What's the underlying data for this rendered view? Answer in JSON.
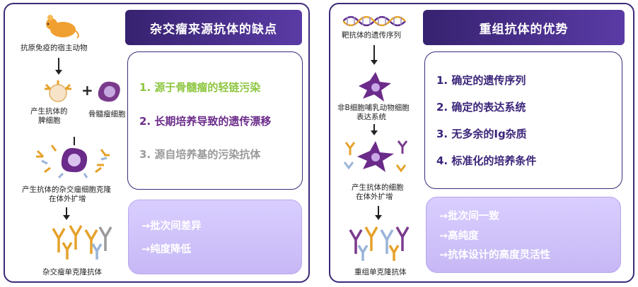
{
  "left": {
    "title": "杂交瘤来源抗体的缺点",
    "items": [
      {
        "text": "1. 源于骨髓瘤的轻链污染",
        "color": "#8dc63f"
      },
      {
        "text": "2. 长期培养导致的遗传漂移",
        "color": "#6b2b8a"
      },
      {
        "text": "3. 源自培养基的污染抗体",
        "color": "#9a9a9a"
      }
    ],
    "benefits": [
      "→批次间差异",
      "→纯度降低"
    ],
    "captions": {
      "host": "抗原免疫的宿主动物",
      "spleen_line1": "产生抗体的",
      "spleen_line2": "脾细胞",
      "myeloma": "骨髓瘤细胞",
      "plus": "+",
      "hybridoma_line1": "产生抗体的杂交瘤细胞克隆",
      "hybridoma_line2": "在体外扩增",
      "mab": "杂交瘤单克隆抗体"
    }
  },
  "right": {
    "title": "重组抗体的优势",
    "items": [
      {
        "text": "1. 确定的遗传序列",
        "color": "#3a2479"
      },
      {
        "text": "2. 确定的表达系统",
        "color": "#3a2479"
      },
      {
        "text": "3. 无多余的Ig杂质",
        "color": "#3a2479"
      },
      {
        "text": "4. 标准化的培养条件",
        "color": "#3a2479"
      }
    ],
    "benefits": [
      "→批次间一致",
      "→高纯度",
      "→抗体设计的高度灵活性"
    ],
    "captions": {
      "gene": "靶抗体的遗传序列",
      "expr_line1": "非B细胞哺乳动物细胞",
      "expr_line2": "表达系统",
      "cell_line1": "产生抗体的细胞",
      "cell_line2": "在体外扩增",
      "mab": "重组单克隆抗体"
    }
  }
}
